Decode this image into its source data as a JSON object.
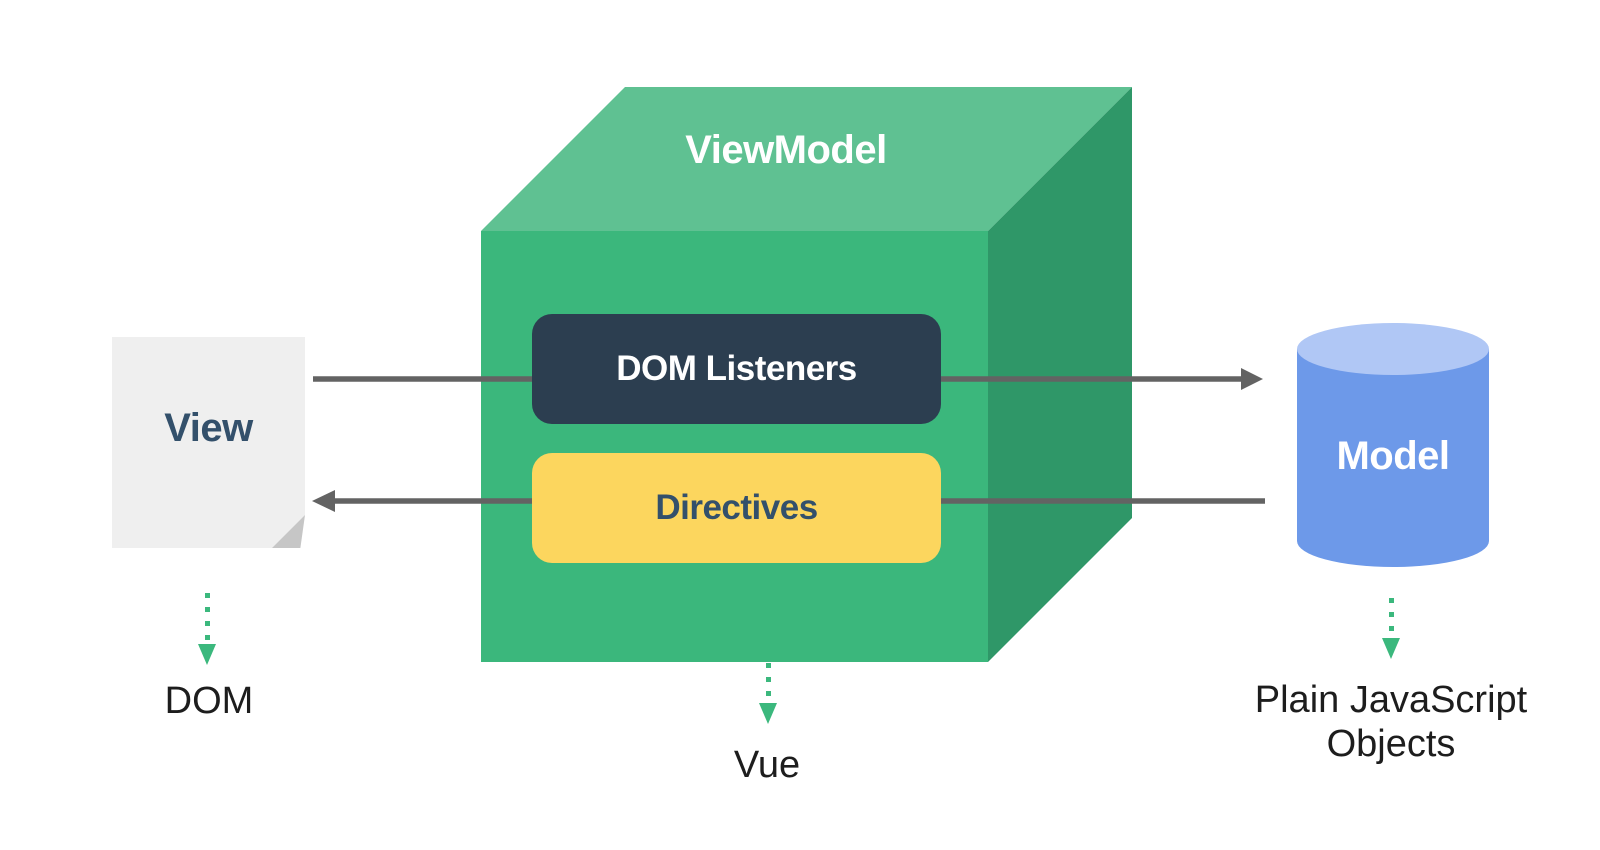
{
  "nodes": {
    "view": {
      "label": "View",
      "caption": "DOM"
    },
    "viewmodel": {
      "label": "ViewModel",
      "caption": "Vue",
      "children": {
        "dom_listeners": "DOM Listeners",
        "directives": "Directives"
      }
    },
    "model": {
      "label": "Model",
      "caption": "Plain JavaScript Objects"
    }
  },
  "colors": {
    "cube-top": "#5fc192",
    "cube-front": "#3bb77c",
    "cube-right": "#2f9768",
    "navy": "#2c3e50",
    "navy-text": "#33506b",
    "yellow": "#fcd65e",
    "doc-bg": "#efefef",
    "doc-fold": "#c6c6c6",
    "cyl-body": "#6d99e9",
    "cyl-top": "#b0c7f5",
    "arrow-gray": "#636363",
    "green-arrow": "#3bb87d",
    "label-dark": "#1d1d1d",
    "white": "#ffffff"
  }
}
